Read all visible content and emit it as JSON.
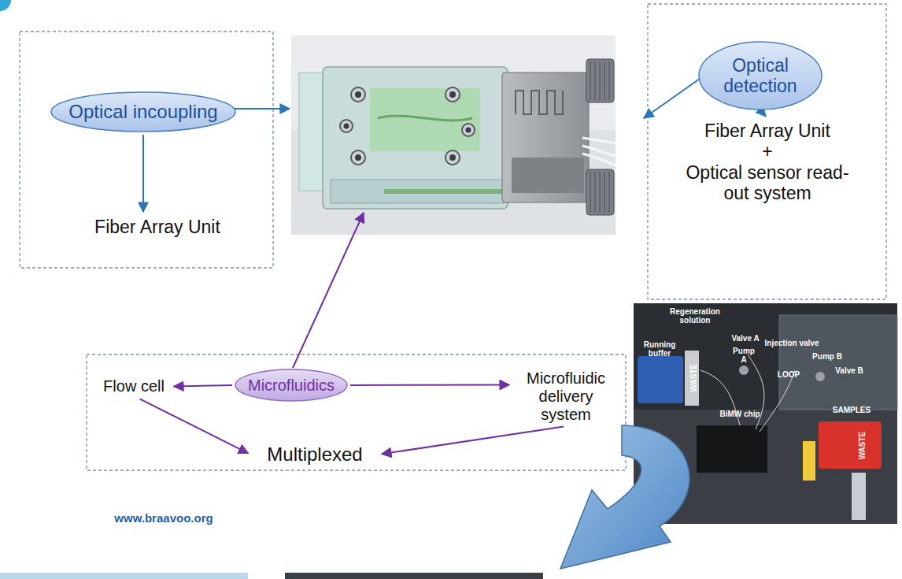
{
  "diagram": {
    "nodes": [
      {
        "text": [
          "Optical incoupling"
        ]
      },
      {
        "text": [
          "Fiber Array Unit"
        ]
      },
      {
        "text": [
          "Optical detection"
        ]
      },
      {
        "text": [
          "Fiber Array Unit",
          "+",
          "Optical sensor read-out system"
        ]
      },
      {
        "text": [
          "Microfluidics"
        ]
      },
      {
        "text": [
          "Flow cell"
        ]
      },
      {
        "text": [
          "Microfluidic delivery system"
        ]
      },
      {
        "text": [
          "Multiplexed"
        ]
      }
    ],
    "edges": [
      {
        "from": 0,
        "to": 1,
        "arrow": "to"
      },
      {
        "from": 2,
        "to": 3,
        "arrow": "to"
      },
      {
        "from": 4,
        "to": 5,
        "arrow": "to"
      },
      {
        "from": 4,
        "to": 6,
        "arrow": "to"
      },
      {
        "from": 5,
        "to": 7,
        "arrow": "to"
      },
      {
        "from": 6,
        "to": 7,
        "arrow": "to"
      }
    ],
    "labels": [
      "Regeneration solution",
      "Running buffer",
      "Valve A",
      "Pump A",
      "Injection valve",
      "Pump B",
      "Valve B",
      "LOOP",
      "WASTE",
      "BiMW chip",
      "SAMPLES",
      "WASTE",
      "www.braavoo.org"
    ]
  }
}
